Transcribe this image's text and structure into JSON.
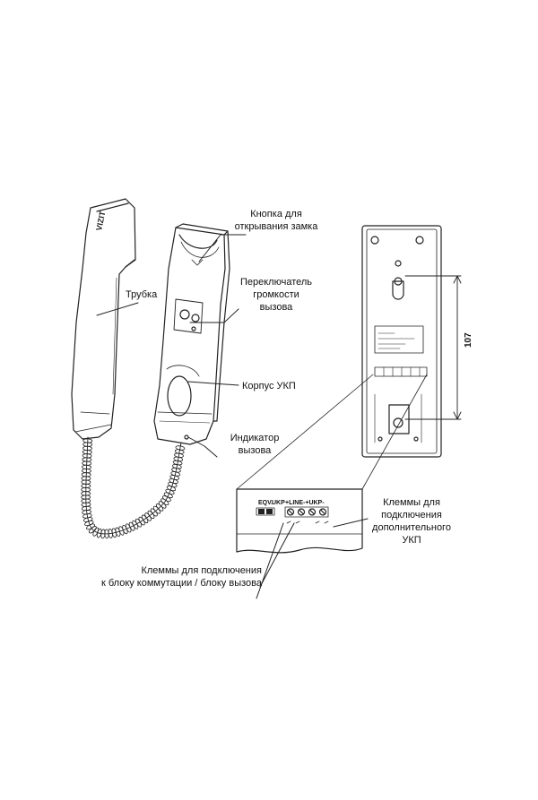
{
  "labels": {
    "lock_button": [
      "Кнопка для",
      "открывания замка"
    ],
    "handset": "Трубка",
    "volume_switch": [
      "Переключатель",
      "громкости",
      "вызова"
    ],
    "body": "Корпус УКП",
    "call_indicator": [
      "Индикатор",
      "вызова"
    ],
    "extra_terminals": [
      "Клеммы для",
      "подключения",
      "дополнительного",
      "УКП"
    ],
    "switch_terminals": [
      "Клеммы для подключения",
      "к блоку коммутации / блоку вызова"
    ]
  },
  "dimension": "107",
  "terminal_block": {
    "eqv": "EQV.",
    "ukp": "UKP",
    "line_group": "+LINE-+UKP-"
  },
  "handset_brand": "VIZIT"
}
